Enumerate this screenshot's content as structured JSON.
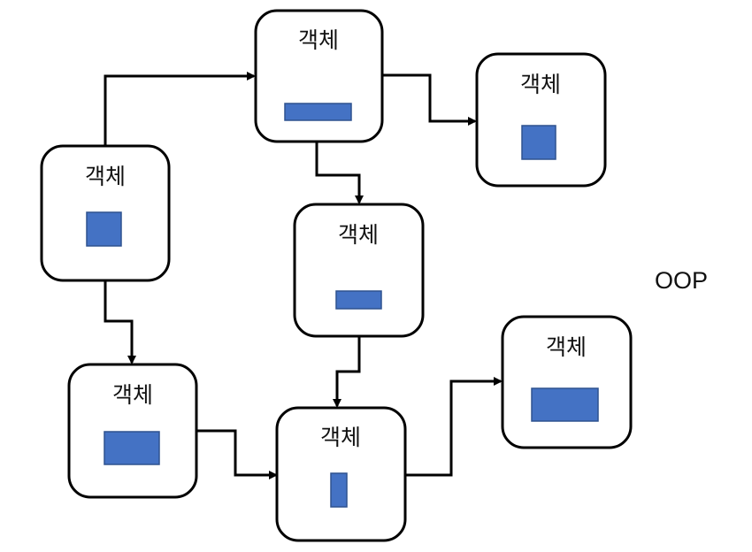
{
  "caption": "OOP",
  "colors": {
    "box_stroke": "#000000",
    "box_fill": "#ffffff",
    "inner_fill": "#4472c4",
    "inner_stroke": "#2f528f",
    "arrow": "#000000"
  },
  "objects": [
    {
      "id": "obj-top",
      "label": "객체"
    },
    {
      "id": "obj-top-right",
      "label": "객체"
    },
    {
      "id": "obj-left",
      "label": "객체"
    },
    {
      "id": "obj-middle",
      "label": "객체"
    },
    {
      "id": "obj-right",
      "label": "객체"
    },
    {
      "id": "obj-bottom-left",
      "label": "객체"
    },
    {
      "id": "obj-bottom-center",
      "label": "객체"
    }
  ]
}
